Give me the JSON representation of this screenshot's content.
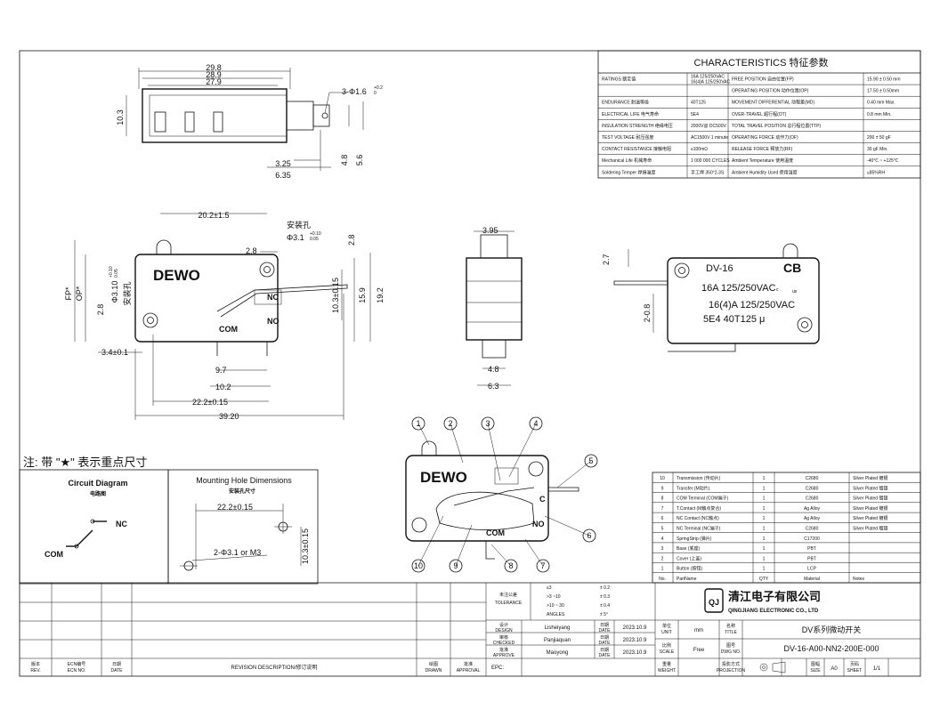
{
  "characteristics": {
    "title": "CHARACTERISTICS  特征参数",
    "rows": [
      [
        "RATINGS 额定值",
        "16A 125/250VAC\n16(4)A 125/250VAC",
        "FREE POSITION 自由位置(FP)",
        "15.90 ± 0.50 mm"
      ],
      [
        "",
        "",
        "OPERATING POSITION 动作位置(OP)",
        "17.50 ± 0.50mm"
      ],
      [
        "ENDURANCE 耐温等级",
        "40T125",
        "MOVEMENT DIFFERENTIAL 动程差(MD)",
        "0.40 mm Max."
      ],
      [
        "ELECTRICAL LIFE 电气寿命",
        "5E4",
        "OVER-TRAVEL 超行程(OT)",
        "0.8 mm Min."
      ],
      [
        "INSULATION STRENGTH 绝缘电压",
        "2000V@ DC500V",
        "TOTAL TRAVEL POSITION 总行程位置(TTP)",
        ""
      ],
      [
        "TEST VOLTAGE 耐压强度",
        "AC1500V 1 minute",
        "OPERATING FORCE 动作力(OF)",
        "200 ± 50 gF"
      ],
      [
        "CONTACT RESISTANCE 接触电阻",
        "≤100mΩ",
        "RELEASE FORCE 释放力(RF)",
        "30 gF Min."
      ],
      [
        "Mechanical Life 机械寿命",
        "1 000 000 CYCLES",
        "Ambient Temperature 使用温度",
        "-40℃ ~ +125℃"
      ],
      [
        "Soldering Temper 焊接温度",
        "手工焊 350°2-3S",
        "Ambient Humidity Used 使用湿度",
        "≤85%RH"
      ]
    ]
  },
  "dims": {
    "top": [
      "29.8",
      "28.9",
      "27.9",
      "10.3",
      "3-Φ1.6",
      "+0.2",
      "0",
      "3.25",
      "6.35",
      "4.8",
      "5.6"
    ],
    "front": [
      "20.2±1.5",
      "安装孔",
      "Φ3.1",
      "+0.10",
      "0.05",
      "2.8",
      "2.8",
      "FP*",
      "OP*",
      "Φ3.10",
      "+0.10",
      "0.05",
      "安装孔",
      "2.8",
      "3.4±0.1",
      "9.7",
      "10.2",
      "22.2±0.15",
      "39.20",
      "10.3±0.15",
      "15.9",
      "19.2"
    ],
    "side": [
      "3.95",
      "4.8",
      "6.3"
    ],
    "rear": [
      "2.7",
      "2-0.8"
    ]
  },
  "labels": {
    "brand": "DEWO",
    "nc": "NC",
    "no": "NO",
    "com": "COM",
    "c": "C"
  },
  "marking": {
    "model": "DV-16",
    "cb": "CB",
    "l1": "16A 125/250VAC",
    "l2": "16(4)A 125/250VAC",
    "l3": "5E4  40T125 μ",
    "us": "us",
    "c": "c"
  },
  "note": "注: 带 \"★\" 表示重点尺寸",
  "circuit": {
    "title": "Circuit Diagram",
    "sub": "电路图",
    "nc": "NC",
    "com": "COM"
  },
  "mounting": {
    "title": "Mounting Hole Dimensions",
    "sub": "安装孔尺寸",
    "d1": "22.2±0.15",
    "d2": "2-Φ3.1 or M3",
    "d3": "10.3±0.15"
  },
  "callouts": [
    "1",
    "2",
    "3",
    "4",
    "5",
    "6",
    "7",
    "8",
    "9",
    "10"
  ],
  "bom": [
    [
      "10",
      "Transmission (传动片)",
      "1",
      "C2680",
      "Silver Plated 镀银"
    ],
    [
      "9",
      "Transfer (M动片)",
      "1",
      "C2680",
      "Silver Plated 镀银"
    ],
    [
      "8",
      "COM Terminal (COM端子)",
      "1",
      "C2680",
      "Silver Plated 镀银"
    ],
    [
      "7",
      "T.Contact (M触点复合)",
      "1",
      "Ag Alloy",
      "Silver Plated 镀银"
    ],
    [
      "6",
      "NC Contact (NC触点)",
      "1",
      "Ag Alloy",
      "Silver Plated 镀银"
    ],
    [
      "5",
      "NC Terminal (NC端子)",
      "1",
      "C2680",
      "Silver Plated 镀银"
    ],
    [
      "4",
      "SpringStrip (弹片)",
      "1",
      "C17200",
      ""
    ],
    [
      "3",
      "Base (底座)",
      "1",
      "PBT",
      ""
    ],
    [
      "2",
      "Cover (上盖)",
      "1",
      "PBT",
      ""
    ],
    [
      "1",
      "Button (按钮)",
      "1",
      "LCP",
      ""
    ],
    [
      "No.",
      "PartName",
      "QTY",
      "Material",
      "Notes"
    ]
  ],
  "tolerance": {
    "label_cn": "未注公差",
    "label_en": "TOLERANCE",
    "ranges": [
      "≤3",
      ">3 ~10",
      ">10 ~ 30",
      "ANGLES"
    ],
    "values": [
      "± 0.2",
      "± 0.3",
      "± 0.4",
      "± 5°"
    ]
  },
  "company": {
    "cn": "清江电子有限公司",
    "en": "QINGJIANG ELECTRONIC CO., LTD",
    "logo": "QJ"
  },
  "title_block": {
    "design_cn": "设计",
    "design_en": "DESIGN",
    "designer": "Lisheiyang",
    "date_cn": "日期",
    "date_en": "DATE",
    "date1": "2023.10.9",
    "checked_cn": "审核",
    "checked_en": "CHECKED",
    "checker": "Panjiaquan",
    "date2": "2023.10.9",
    "approve_cn": "批准",
    "approve_en": "APPROVE",
    "approver": "Maoyong",
    "date3": "2023.10.9",
    "epc": "EPC:",
    "unit_cn": "单位",
    "unit_en": "UNIT",
    "unit": "mm",
    "title_cn": "名称",
    "title_en": "TITLE",
    "title": "DV系列微动开关",
    "scale_cn": "比例",
    "scale_en": "SCALE",
    "scale": "Free",
    "dwgno_cn": "图号",
    "dwgno_en": "DWG NO.",
    "dwgno": "DV-16-A00-NN2-200E-000",
    "weight_cn": "重量",
    "weight_en": "WEIGHT",
    "proj_cn": "投影方式",
    "proj_en": "PROJECTION",
    "size_cn": "图幅",
    "size_en": "SIZE",
    "size": "A0",
    "sheet_cn": "页码",
    "sheet_en": "SHEET",
    "sheet": "1/1"
  },
  "revision": {
    "rev_cn": "版本",
    "rev_en": "REV.",
    "ecn_cn": "ECN编号",
    "ecn_en": "ECN NO.",
    "date_cn": "日期",
    "date_en": "DATE",
    "desc": "REVISION DESCRIPTION/修订说明",
    "drawn_cn": "绘图",
    "drawn_en": "DRAWN",
    "approval_cn": "批准",
    "approval_en": "APPROVAL"
  }
}
